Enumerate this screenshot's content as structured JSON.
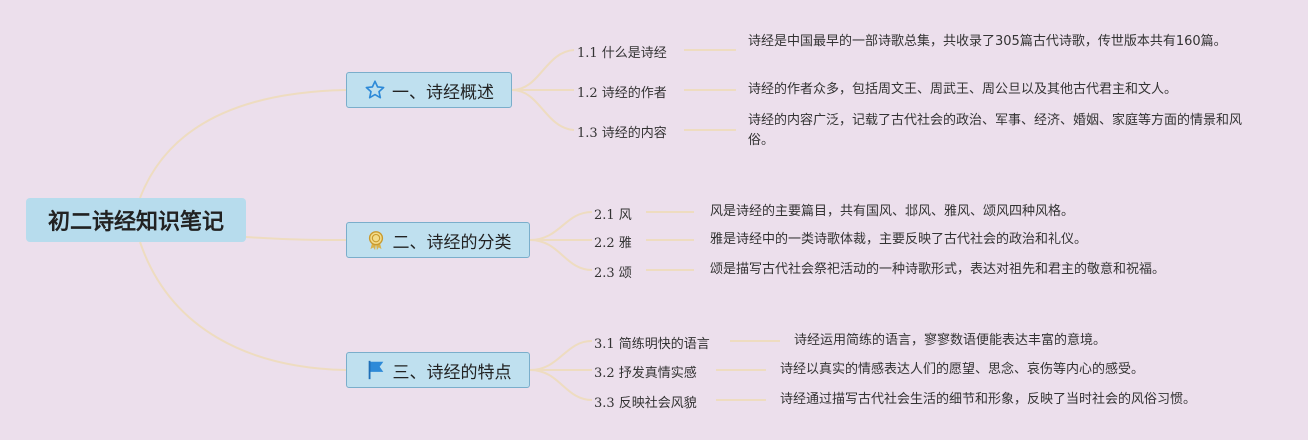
{
  "root": {
    "title": "初二诗经知识笔记"
  },
  "branches": [
    {
      "title": "一、诗经概述",
      "icon": "star-outline-icon",
      "items": [
        {
          "label": "1.1 什么是诗经",
          "desc": "诗经是中国最早的一部诗歌总集，共收录了305篇古代诗歌，传世版本共有160篇。"
        },
        {
          "label": "1.2 诗经的作者",
          "desc": "诗经的作者众多，包括周文王、周武王、周公旦以及其他古代君主和文人。"
        },
        {
          "label": "1.3 诗经的内容",
          "desc": "诗经的内容广泛，记载了古代社会的政治、军事、经济、婚姻、家庭等方面的情景和风俗。"
        }
      ]
    },
    {
      "title": "二、诗经的分类",
      "icon": "award-ribbon-icon",
      "items": [
        {
          "label": "2.1 风",
          "desc": "风是诗经的主要篇目，共有国风、邶风、雅风、颂风四种风格。"
        },
        {
          "label": "2.2 雅",
          "desc": "雅是诗经中的一类诗歌体裁，主要反映了古代社会的政治和礼仪。"
        },
        {
          "label": "2.3 颂",
          "desc": "颂是描写古代社会祭祀活动的一种诗歌形式，表达对祖先和君主的敬意和祝福。"
        }
      ]
    },
    {
      "title": "三、诗经的特点",
      "icon": "flag-icon",
      "items": [
        {
          "label": "3.1 简练明快的语言",
          "desc": "诗经运用简练的语言，寥寥数语便能表达丰富的意境。"
        },
        {
          "label": "3.2 抒发真情实感",
          "desc": "诗经以真实的情感表达人们的愿望、思念、哀伤等内心的感受。"
        },
        {
          "label": "3.3 反映社会风貌",
          "desc": "诗经通过描写古代社会生活的细节和形象，反映了当时社会的风俗习惯。"
        }
      ]
    }
  ],
  "colors": {
    "background": "#ecdfec",
    "root_fill": "#b7dced",
    "branch_fill": "#bfe0ef",
    "branch_border": "#7aaecb",
    "connector": "#eedcc0",
    "star_icon": "#2e8ad8",
    "award_icon": "#d9b24a",
    "flag_icon": "#2e8ad8"
  }
}
